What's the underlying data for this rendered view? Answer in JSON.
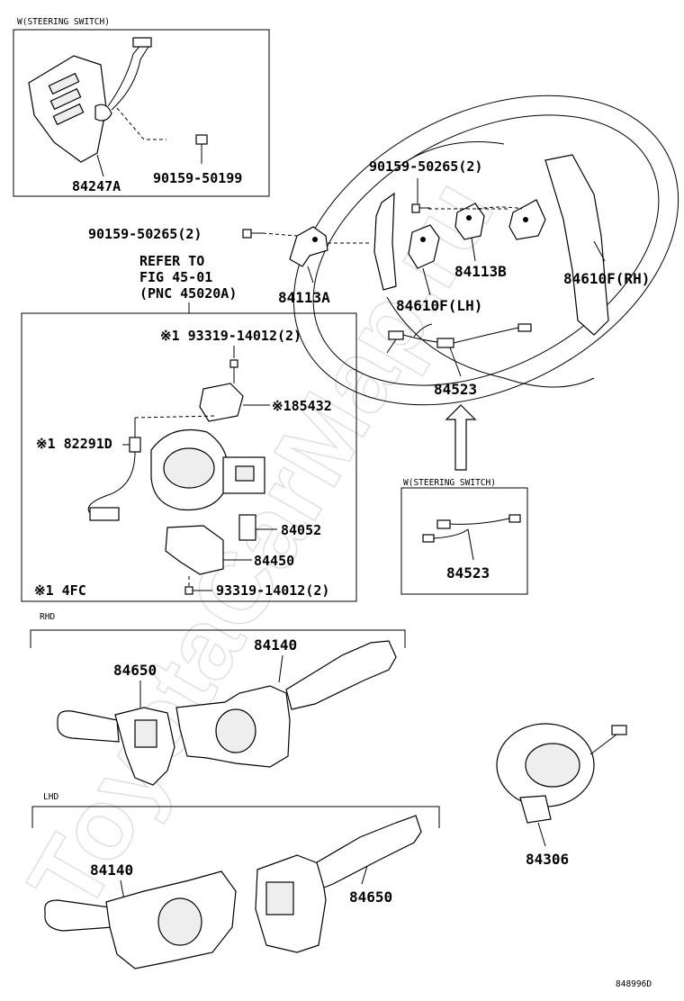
{
  "watermark": "ToyotaCarMap.ru",
  "boxes": {
    "steering_switch_top": "W(STEERING SWITCH)",
    "steering_switch_bottom": "W(STEERING SWITCH)"
  },
  "refer_to": {
    "line1": "REFER TO",
    "line2": "FIG 45-01",
    "line3": "(PNC 45020A)"
  },
  "sections": {
    "rhd": "RHD",
    "lhd": "LHD"
  },
  "note": "※1 4FC",
  "parts": {
    "p84247A": "84247A",
    "p9015950199": "90159-50199",
    "p9015950265_top": "90159-50265(2)",
    "p9015950265_left": "90159-50265(2)",
    "p84113A": "84113A",
    "p84113B": "84113B",
    "p84610F_LH": "84610F(LH)",
    "p84610F_RH": "84610F(RH)",
    "p84523_main": "84523",
    "p84523_box": "84523",
    "p9331914012_top": "※1 93319-14012(2)",
    "p85432": "※185432",
    "p82291D": "※1 82291D",
    "p84052": "84052",
    "p84450": "84450",
    "p9331914012_bot": "93319-14012(2)",
    "p84650_rhd": "84650",
    "p84140_rhd": "84140",
    "p84306": "84306",
    "p84140_lhd": "84140",
    "p84650_lhd": "84650"
  },
  "figure_code": "848996D"
}
